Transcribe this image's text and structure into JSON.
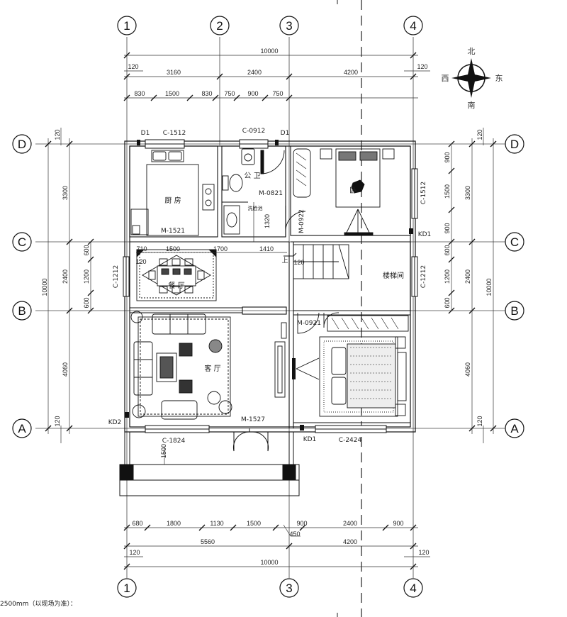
{
  "axes": {
    "top": [
      "1",
      "2",
      "3",
      "4"
    ],
    "bottom": [
      "1",
      "3",
      "4"
    ],
    "left": [
      "D",
      "C",
      "B",
      "A"
    ],
    "right": [
      "D",
      "C",
      "B",
      "A"
    ]
  },
  "dims": {
    "top_total": "10000",
    "top_mid": [
      "3160",
      "2400",
      "4200"
    ],
    "top_fine": [
      "830",
      "1500",
      "830",
      "750",
      "900",
      "750"
    ],
    "top_edge_left": "120",
    "top_edge_right": "120",
    "bottom_fine": [
      "680",
      "1800",
      "1130",
      "1500",
      "900",
      "2400",
      "900"
    ],
    "bottom_mid": [
      "5560",
      "4200"
    ],
    "bottom_total": "10000",
    "bottom_edge_left": "120",
    "bottom_edge_right": "120",
    "bottom_450": "450",
    "left_outer": "10000",
    "left_mid": [
      "3300",
      "2400",
      "4060"
    ],
    "left_fine": [
      "600",
      "1200",
      "600"
    ],
    "left_edge_top": "120",
    "left_edge_bottom": "120",
    "right_outer": "10000",
    "right_mid": [
      "3300",
      "2400",
      "4060"
    ],
    "right_fine": [
      "900",
      "1500",
      "900",
      "600",
      "1200",
      "600"
    ],
    "right_edge_top": "120",
    "right_edge_bottom": "120",
    "inner_1320": "1320",
    "inner_1500": "1500",
    "inner_1700": "1700",
    "inner_1410": "1410",
    "inner_1500b": "1500",
    "inner_120a": "120",
    "inner_120b": "120",
    "inner_710": "710"
  },
  "rooms": {
    "kitchen": "厨 房",
    "toilet": "公 卫",
    "bedroom1": "卧",
    "dining": "餐 厅",
    "living": "客 厅",
    "stair": "楼梯间",
    "sink_note": "洗脸池"
  },
  "openings": {
    "d1_left": "D1",
    "d1_right": "D1",
    "c1512_top": "C-1512",
    "c0912": "C-0912",
    "m0821": "M-0821",
    "m0922": "M-0922",
    "c1512_right": "C-1512",
    "kd1_top": "KD1",
    "m1521": "M-1521",
    "c1212_left": "C-1212",
    "c1212_right": "C-1212",
    "m0921": "M-0921",
    "kd2": "KD2",
    "c1824": "C-1824",
    "m1527": "M-1527",
    "kd1_bottom": "KD1",
    "c2424": "C-2424",
    "stair_up": "上"
  },
  "compass": {
    "north": "北",
    "south": "南",
    "east": "东",
    "west": "西"
  },
  "footer_note": "2500mm（以现场为准）："
}
